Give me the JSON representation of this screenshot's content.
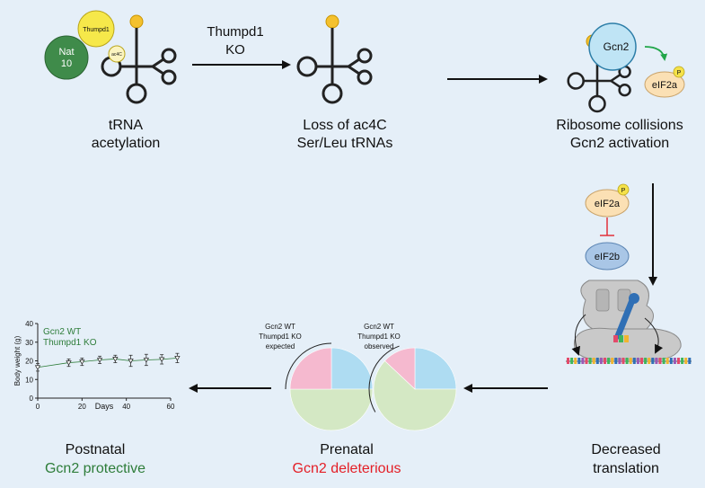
{
  "step1": {
    "line1": "tRNA",
    "line2": "acetylation",
    "nat10_a": "Nat",
    "nat10_b": "10",
    "thumpd1": "Thumpd1",
    "ac4c": "ac4C"
  },
  "arrow1": {
    "line1": "Thumpd1",
    "line2": "KO"
  },
  "step2": {
    "line1": "Loss of ac4C",
    "line2": "Ser/Leu tRNAs"
  },
  "step3": {
    "line1": "Ribosome collisions",
    "line2": "Gcn2 activation",
    "gcn2": "Gcn2",
    "eif2a": "eIF2a",
    "p": "P"
  },
  "step4": {
    "eif2a": "eIF2a",
    "eif2b": "eIF2b",
    "p": "P"
  },
  "step5": {
    "line1": "Decreased",
    "line2": "translation"
  },
  "step6": {
    "line1": "Prenatal",
    "line2": "Gcn2 deleterious",
    "pie_expected": {
      "l1": "Gcn2 WT",
      "l2": "Thumpd1 KO",
      "l3": "expected"
    },
    "pie_observed": {
      "l1": "Gcn2 WT",
      "l2": "Thumpd1 KO",
      "l3": "observed"
    }
  },
  "step7": {
    "line1": "Postnatal",
    "line2": "Gcn2 protective"
  },
  "colors": {
    "accent_green": "#2e7d3a",
    "accent_red": "#e41e26",
    "bg": "#e5eff8"
  },
  "chart_data": {
    "type": "scatter",
    "legend": [
      "Gcn2 WT",
      "Thumpd1 KO"
    ],
    "xlabel": "Days",
    "ylabel": "Body weight (g)",
    "xlim": [
      0,
      60
    ],
    "ylim": [
      0,
      40
    ],
    "xticks": [
      0,
      20,
      40,
      60
    ],
    "yticks": [
      0,
      10,
      20,
      30,
      40
    ],
    "series": [
      {
        "x": [
          0,
          14,
          20,
          28,
          35,
          42,
          49,
          56,
          63
        ],
        "y": [
          16.5,
          19,
          19.5,
          20.5,
          21,
          20,
          20.5,
          20.8,
          21.5
        ],
        "err": [
          2,
          2,
          2,
          2,
          2,
          3,
          3,
          2.5,
          2.5
        ]
      }
    ]
  },
  "pie_data": [
    {
      "name": "expected",
      "slices": [
        {
          "value": 25,
          "color": "#aedcf2"
        },
        {
          "value": 50,
          "color": "#d4e8c4"
        },
        {
          "value": 25,
          "color": "#f5b9cf"
        }
      ]
    },
    {
      "name": "observed",
      "slices": [
        {
          "value": 25,
          "color": "#aedcf2"
        },
        {
          "value": 62,
          "color": "#d4e8c4"
        },
        {
          "value": 13,
          "color": "#f5b9cf"
        }
      ]
    }
  ]
}
